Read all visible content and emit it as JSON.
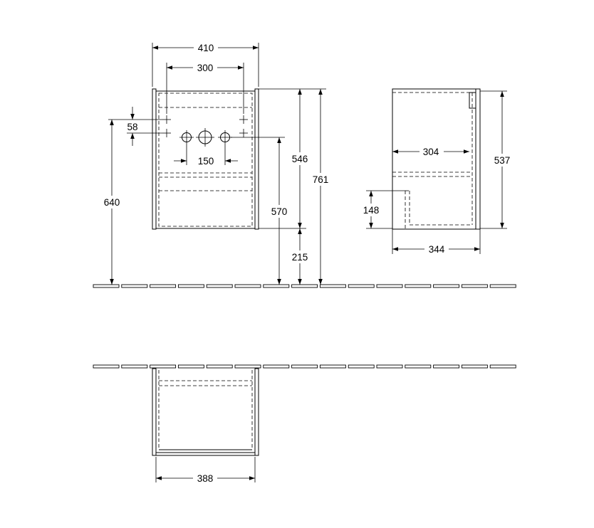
{
  "dimensions": {
    "width_410": "410",
    "width_300": "300",
    "offset_58": "58",
    "spacing_150": "150",
    "height_640": "640",
    "height_546": "546",
    "height_761": "761",
    "height_570": "570",
    "height_215": "215",
    "depth_304": "304",
    "height_537": "537",
    "height_148": "148",
    "depth_344": "344",
    "width_388": "388"
  },
  "colors": {
    "line": "#000000",
    "background": "#ffffff"
  }
}
